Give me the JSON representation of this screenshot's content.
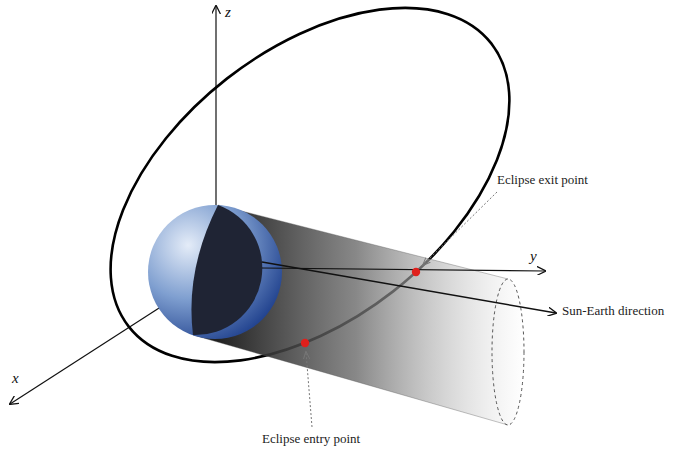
{
  "diagram": {
    "labels": [
      "z",
      "Eclipse exit point",
      "y",
      "Sun-Earth direction",
      "x",
      "Eclipse entry point"
    ]
  }
}
